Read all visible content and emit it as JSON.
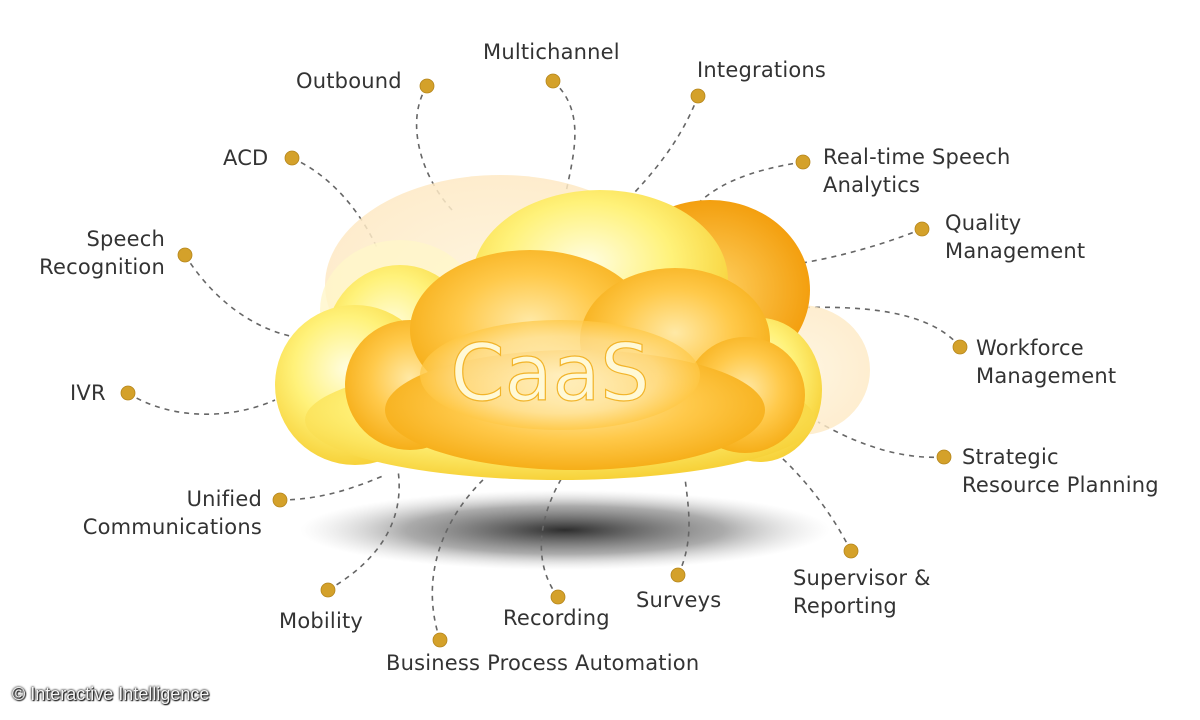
{
  "center": {
    "label": "CaaS"
  },
  "features": {
    "multichannel": "Multichannel",
    "integrations": "Integrations",
    "outbound": "Outbound",
    "acd": "ACD",
    "realtime_speech_analytics": [
      "Real-time Speech",
      "Analytics"
    ],
    "quality_management": [
      "Quality",
      "Management"
    ],
    "speech_recognition": [
      "Speech",
      "Recognition"
    ],
    "workforce_management": [
      "Workforce",
      "Management"
    ],
    "ivr": "IVR",
    "strategic_resource_planning": [
      "Strategic",
      "Resource Planning"
    ],
    "unified_communications": [
      "Unified",
      "Communications"
    ],
    "supervisor_reporting": [
      "Supervisor &",
      "Reporting"
    ],
    "mobility": "Mobility",
    "surveys": "Surveys",
    "recording": "Recording",
    "business_process_automation": "Business Process Automation"
  },
  "copyright": "© Interactive Intelligence",
  "colors": {
    "dot": "#d4a12a",
    "connector": "#666666",
    "cloud_dark": "#f5b21c",
    "cloud_light": "#fff6a8"
  }
}
